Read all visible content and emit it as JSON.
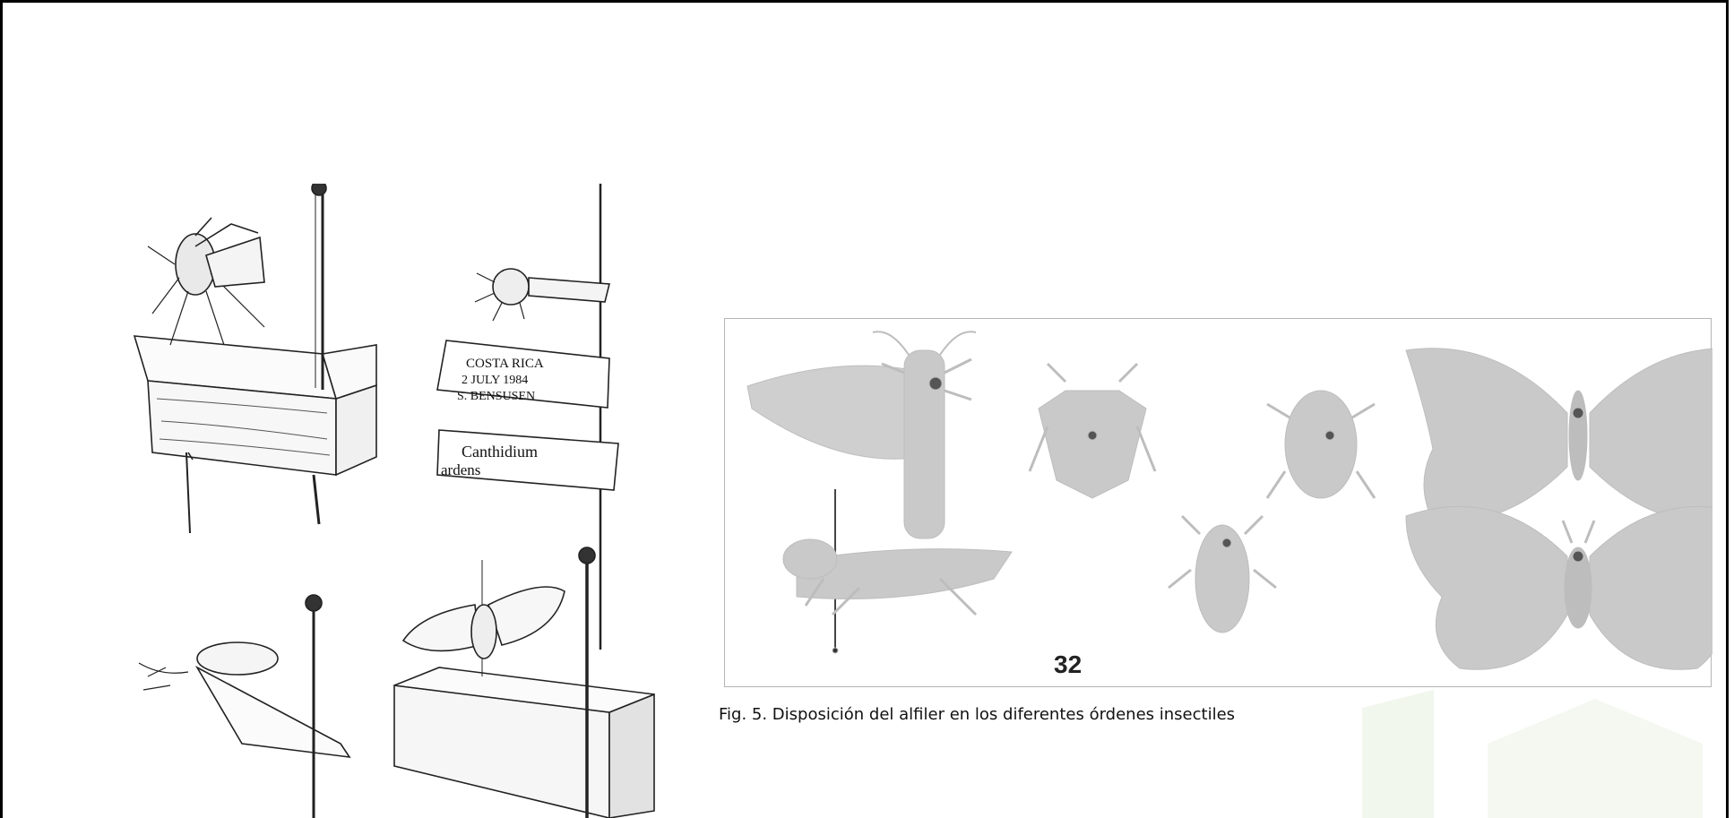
{
  "label_locality": [
    "COSTA RICA",
    "2 JULY 1984",
    "S. BENSUSEN"
  ],
  "label_species": [
    "Canthidium",
    "ardens"
  ],
  "figure_plate_number": "32",
  "caption": "Fig. 5. Disposición del alfiler en los diferentes órdenes insectiles",
  "icons": [
    "mosquito-icon",
    "beetle-icon",
    "bee-icon",
    "moth-icon",
    "grasshopper-icon",
    "stink-bug-icon",
    "butterfly-icon",
    "pin-icon"
  ],
  "colors": {
    "frame": "#000000",
    "insect_fill": "#c9c9c9",
    "watermark": "#f2f7ee"
  }
}
